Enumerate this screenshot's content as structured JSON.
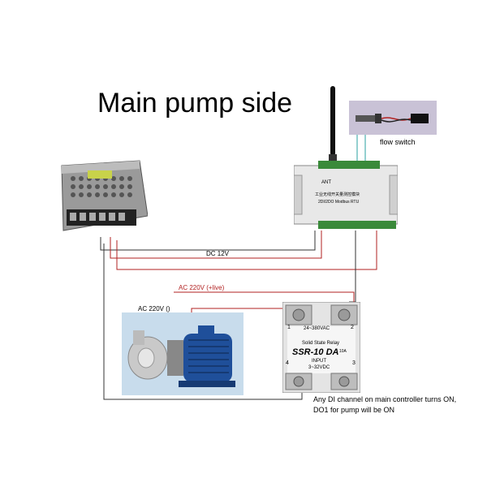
{
  "title": "Main pump side",
  "labels": {
    "flow_switch": "flow switch",
    "dc": "DC 12V",
    "ac_live": "AC 220V (+live)",
    "ac_neutral": "AC 220V ()",
    "ant": "ANT"
  },
  "controller": {
    "line1": "工业无线开关量测控模块",
    "line2": "2DI/2DO Modbus RTU"
  },
  "ssr": {
    "voltage": "24~380VAC",
    "brand": "Solid State Relay",
    "model": "SSR-10 DA",
    "current": "10A",
    "input": "INPUT",
    "input_v": "3~32VDC",
    "t1": "1",
    "t2": "2",
    "t3": "3",
    "t4": "4"
  },
  "note": {
    "line1": "Any DI channel on main controller turns ON,",
    "line2": "DO1 for pump will be ON"
  },
  "colors": {
    "wire_black": "#333333",
    "wire_red": "#b22222",
    "wire_teal": "#2aa0a0",
    "pump_blue": "#1f4f9a"
  }
}
